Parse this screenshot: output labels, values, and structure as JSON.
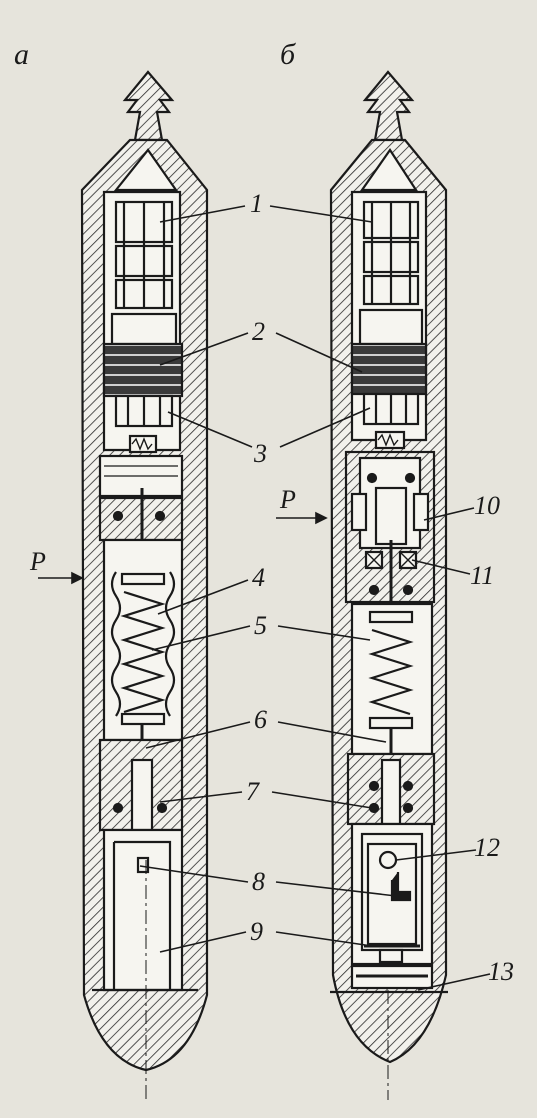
{
  "panels": {
    "left": {
      "letter": "а",
      "pressure": "P"
    },
    "right": {
      "letter": "б",
      "pressure": "P"
    }
  },
  "callouts": {
    "n1": "1",
    "n2": "2",
    "n3": "3",
    "n4": "4",
    "n5": "5",
    "n6": "6",
    "n7": "7",
    "n8": "8",
    "n9": "9",
    "n10": "10",
    "n11": "11",
    "n12": "12",
    "n13": "13"
  }
}
